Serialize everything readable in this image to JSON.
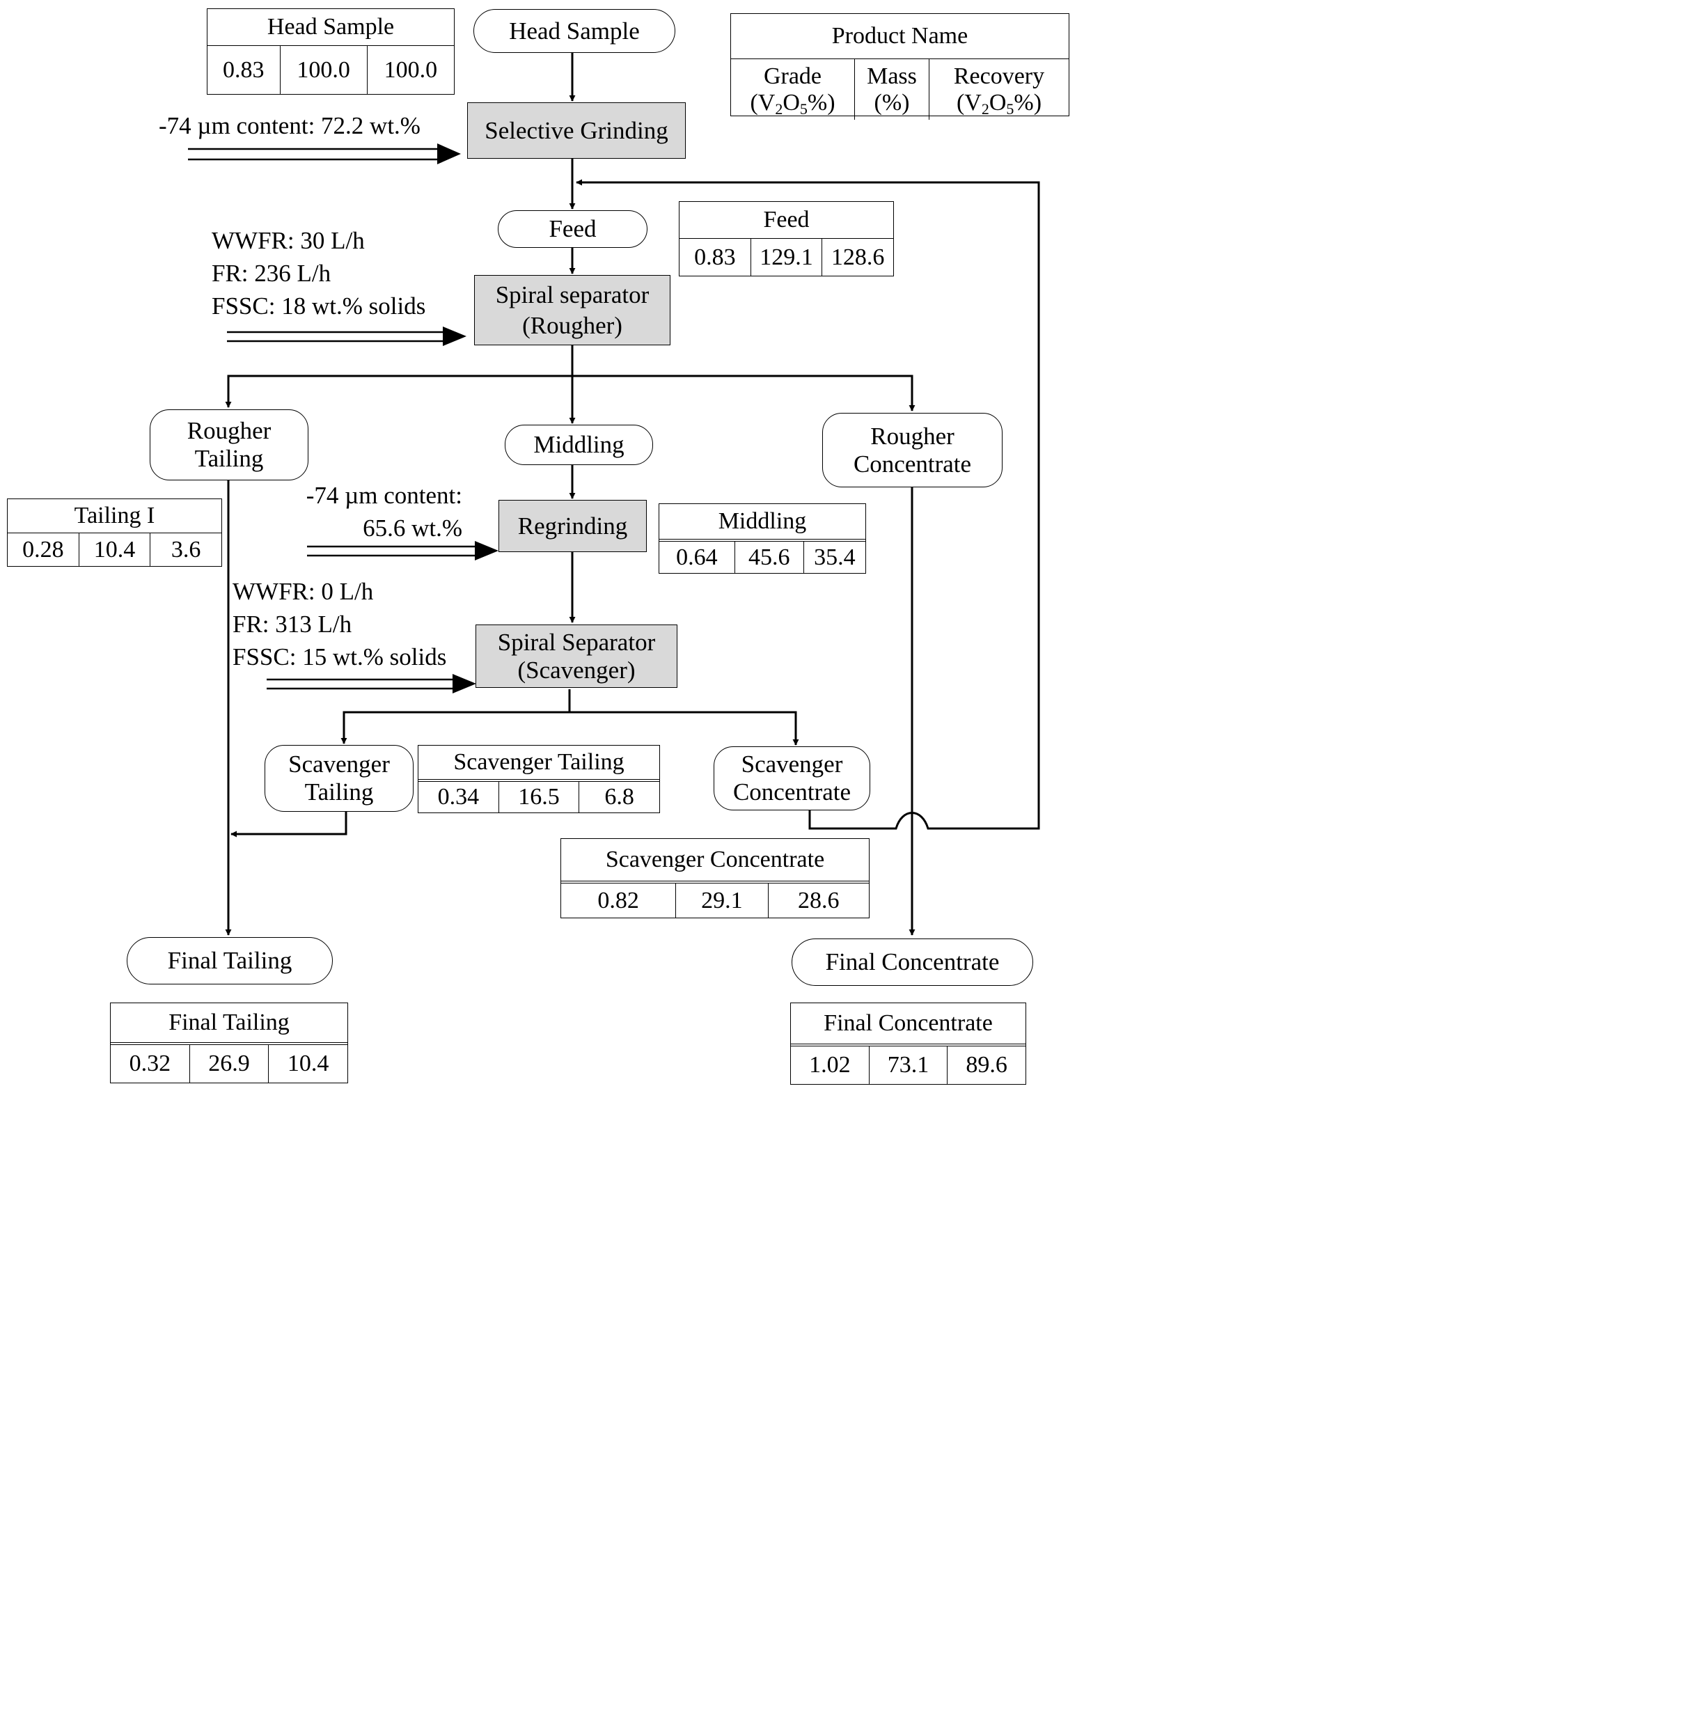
{
  "legend": {
    "title": "Product Name",
    "col_grade_line1": "Grade",
    "col_grade_line2_pre": "(V",
    "col_grade_sub1": "2",
    "col_grade_mid": "O",
    "col_grade_sub2": "5",
    "col_grade_post": "%)",
    "col_mass_line1": "Mass",
    "col_mass_line2": "(%)",
    "col_recovery_line1": "Recovery",
    "col_recovery_line2_pre": "(V",
    "col_recovery_sub1": "2",
    "col_recovery_mid": "O",
    "col_recovery_sub2": "5",
    "col_recovery_post": "%)"
  },
  "nodes": {
    "head_sample": "Head Sample",
    "selective_grinding": "Selective Grinding",
    "feed": "Feed",
    "spiral_rougher_l1": "Spiral separator",
    "spiral_rougher_l2": "(Rougher)",
    "rougher_tailing_l1": "Rougher",
    "rougher_tailing_l2": "Tailing",
    "middling": "Middling",
    "rougher_concentrate_l1": "Rougher",
    "rougher_concentrate_l2": "Concentrate",
    "regrinding": "Regrinding",
    "spiral_scavenger_l1": "Spiral Separator",
    "spiral_scavenger_l2": "(Scavenger)",
    "scavenger_tailing_l1": "Scavenger",
    "scavenger_tailing_l2": "Tailing",
    "scavenger_concentrate_l1": "Scavenger",
    "scavenger_concentrate_l2": "Concentrate",
    "final_tailing": "Final Tailing",
    "final_concentrate": "Final Concentrate"
  },
  "conditions": {
    "grinding": "-74 µm content: 72.2 wt.%",
    "rougher_wwfr": "WWFR: 30 L/h",
    "rougher_fr": "FR: 236 L/h",
    "rougher_fssc": "FSSC: 18 wt.% solids",
    "regrind_l1": "-74 µm content:",
    "regrind_l2": "65.6 wt.%",
    "scavenger_wwfr": "WWFR: 0 L/h",
    "scavenger_fr": "FR: 313 L/h",
    "scavenger_fssc": "FSSC: 15 wt.% solids"
  },
  "tables": {
    "head_sample": {
      "title": "Head Sample",
      "grade": "0.83",
      "mass": "100.0",
      "recovery": "100.0"
    },
    "feed": {
      "title": "Feed",
      "grade": "0.83",
      "mass": "129.1",
      "recovery": "128.6"
    },
    "tailing_1": {
      "title": "Tailing I",
      "grade": "0.28",
      "mass": "10.4",
      "recovery": "3.6"
    },
    "middling": {
      "title": "Middling",
      "grade": "0.64",
      "mass": "45.6",
      "recovery": "35.4"
    },
    "scavenger_tailing": {
      "title": "Scavenger Tailing",
      "grade": "0.34",
      "mass": "16.5",
      "recovery": "6.8"
    },
    "scavenger_concentrate": {
      "title": "Scavenger Concentrate",
      "grade": "0.82",
      "mass": "29.1",
      "recovery": "28.6"
    },
    "final_tailing": {
      "title": "Final Tailing",
      "grade": "0.32",
      "mass": "26.9",
      "recovery": "10.4"
    },
    "final_concentrate": {
      "title": "Final Concentrate",
      "grade": "1.02",
      "mass": "73.1",
      "recovery": "89.6"
    }
  }
}
